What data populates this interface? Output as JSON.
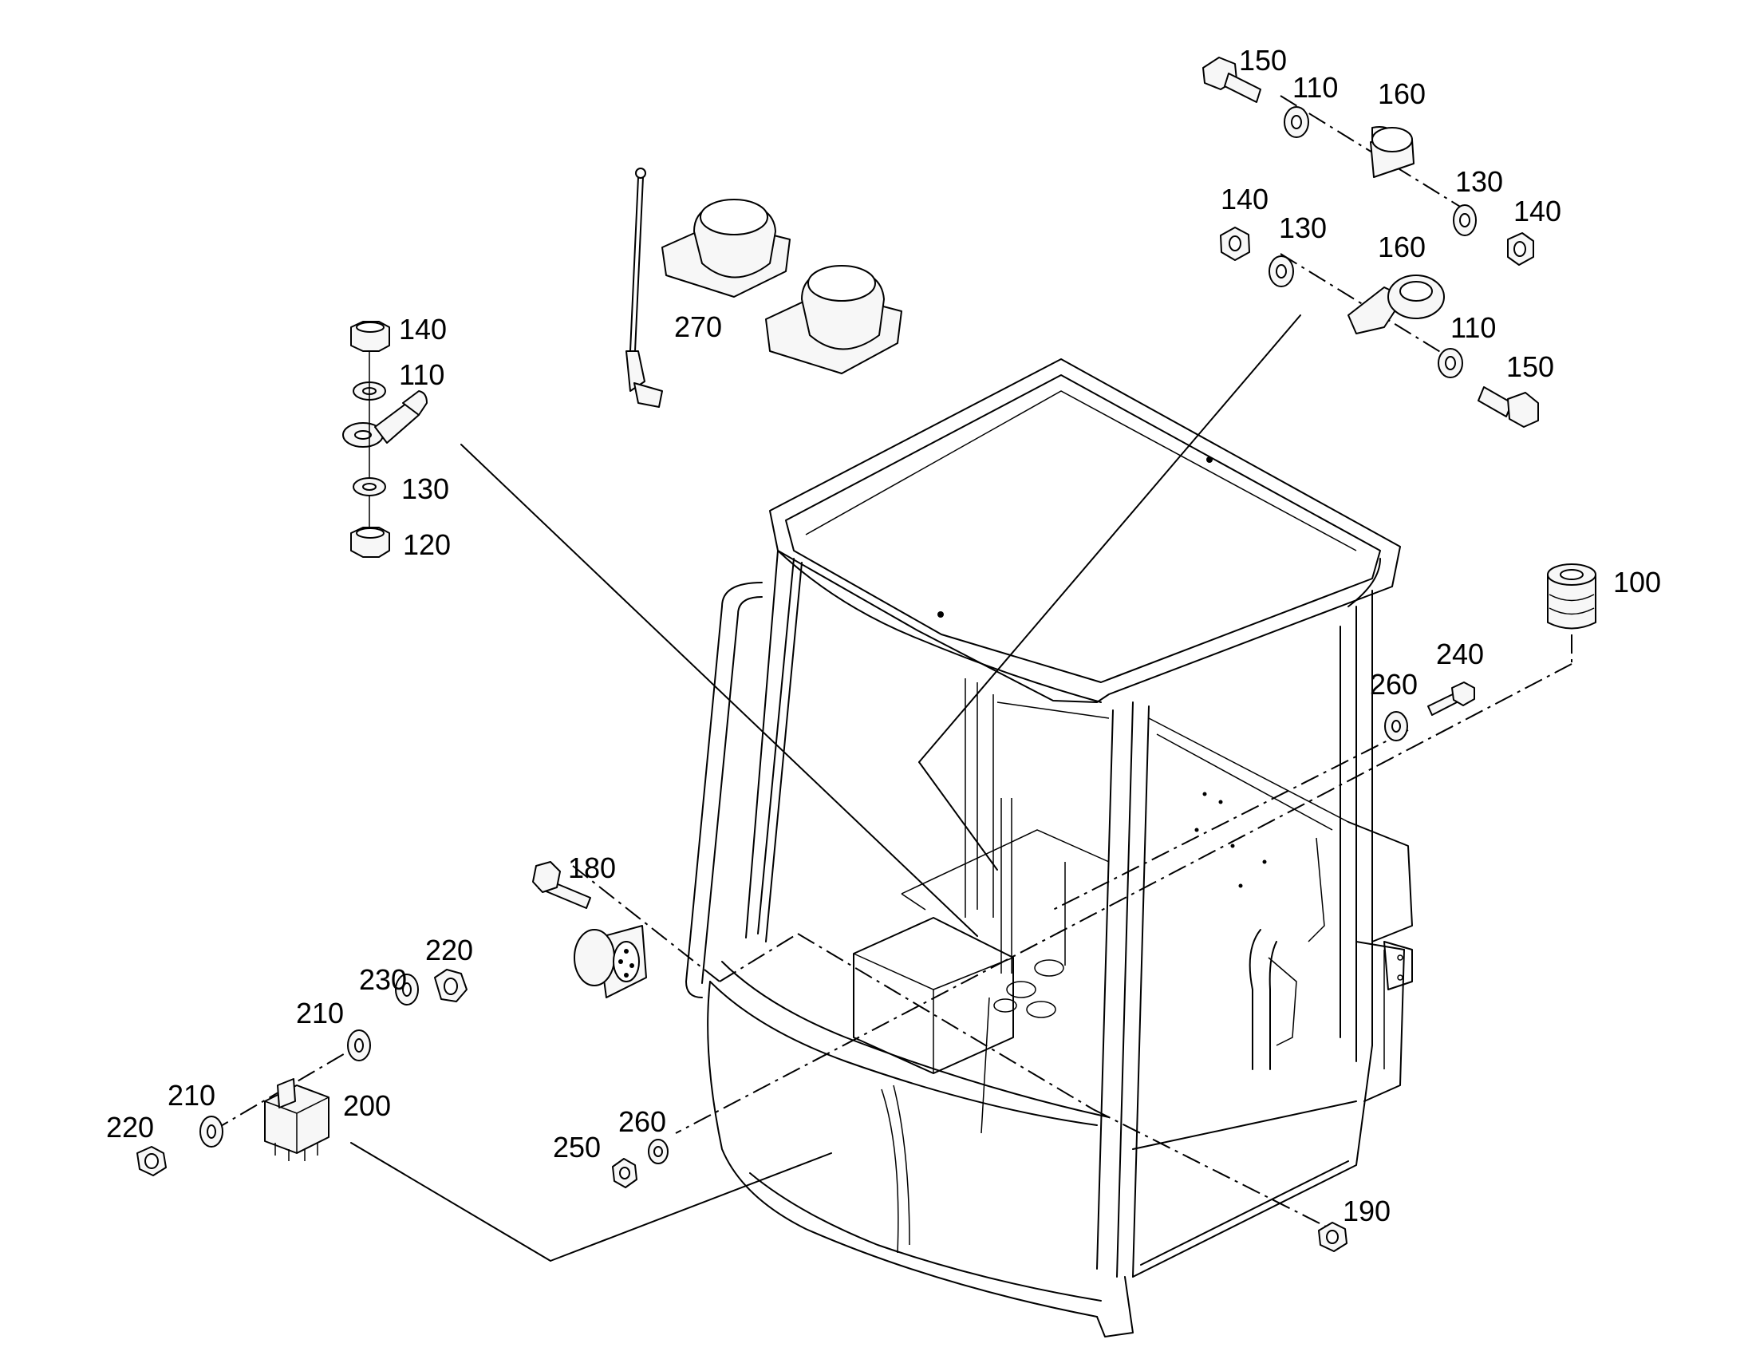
{
  "diagram": {
    "part_labels": [
      {
        "id": "lbl-150-top",
        "text": "150"
      },
      {
        "id": "lbl-110-top",
        "text": "110"
      },
      {
        "id": "lbl-160-top",
        "text": "160"
      },
      {
        "id": "lbl-130-top",
        "text": "130"
      },
      {
        "id": "lbl-140-top",
        "text": "140"
      },
      {
        "id": "lbl-140-mid",
        "text": "140"
      },
      {
        "id": "lbl-130-mid",
        "text": "130"
      },
      {
        "id": "lbl-160-mid",
        "text": "160"
      },
      {
        "id": "lbl-110-mid",
        "text": "110"
      },
      {
        "id": "lbl-150-mid",
        "text": "150"
      },
      {
        "id": "lbl-270",
        "text": "270"
      },
      {
        "id": "lbl-140-left",
        "text": "140"
      },
      {
        "id": "lbl-110-left",
        "text": "110"
      },
      {
        "id": "lbl-130-left",
        "text": "130"
      },
      {
        "id": "lbl-120-left",
        "text": "120"
      },
      {
        "id": "lbl-100",
        "text": "100"
      },
      {
        "id": "lbl-240",
        "text": "240"
      },
      {
        "id": "lbl-260-right",
        "text": "260"
      },
      {
        "id": "lbl-180",
        "text": "180"
      },
      {
        "id": "lbl-220-upper",
        "text": "220"
      },
      {
        "id": "lbl-230",
        "text": "230"
      },
      {
        "id": "lbl-210-upper",
        "text": "210"
      },
      {
        "id": "lbl-210-lower",
        "text": "210"
      },
      {
        "id": "lbl-200",
        "text": "200"
      },
      {
        "id": "lbl-220-lower",
        "text": "220"
      },
      {
        "id": "lbl-260-lower",
        "text": "260"
      },
      {
        "id": "lbl-250",
        "text": "250"
      },
      {
        "id": "lbl-190",
        "text": "190"
      }
    ]
  }
}
